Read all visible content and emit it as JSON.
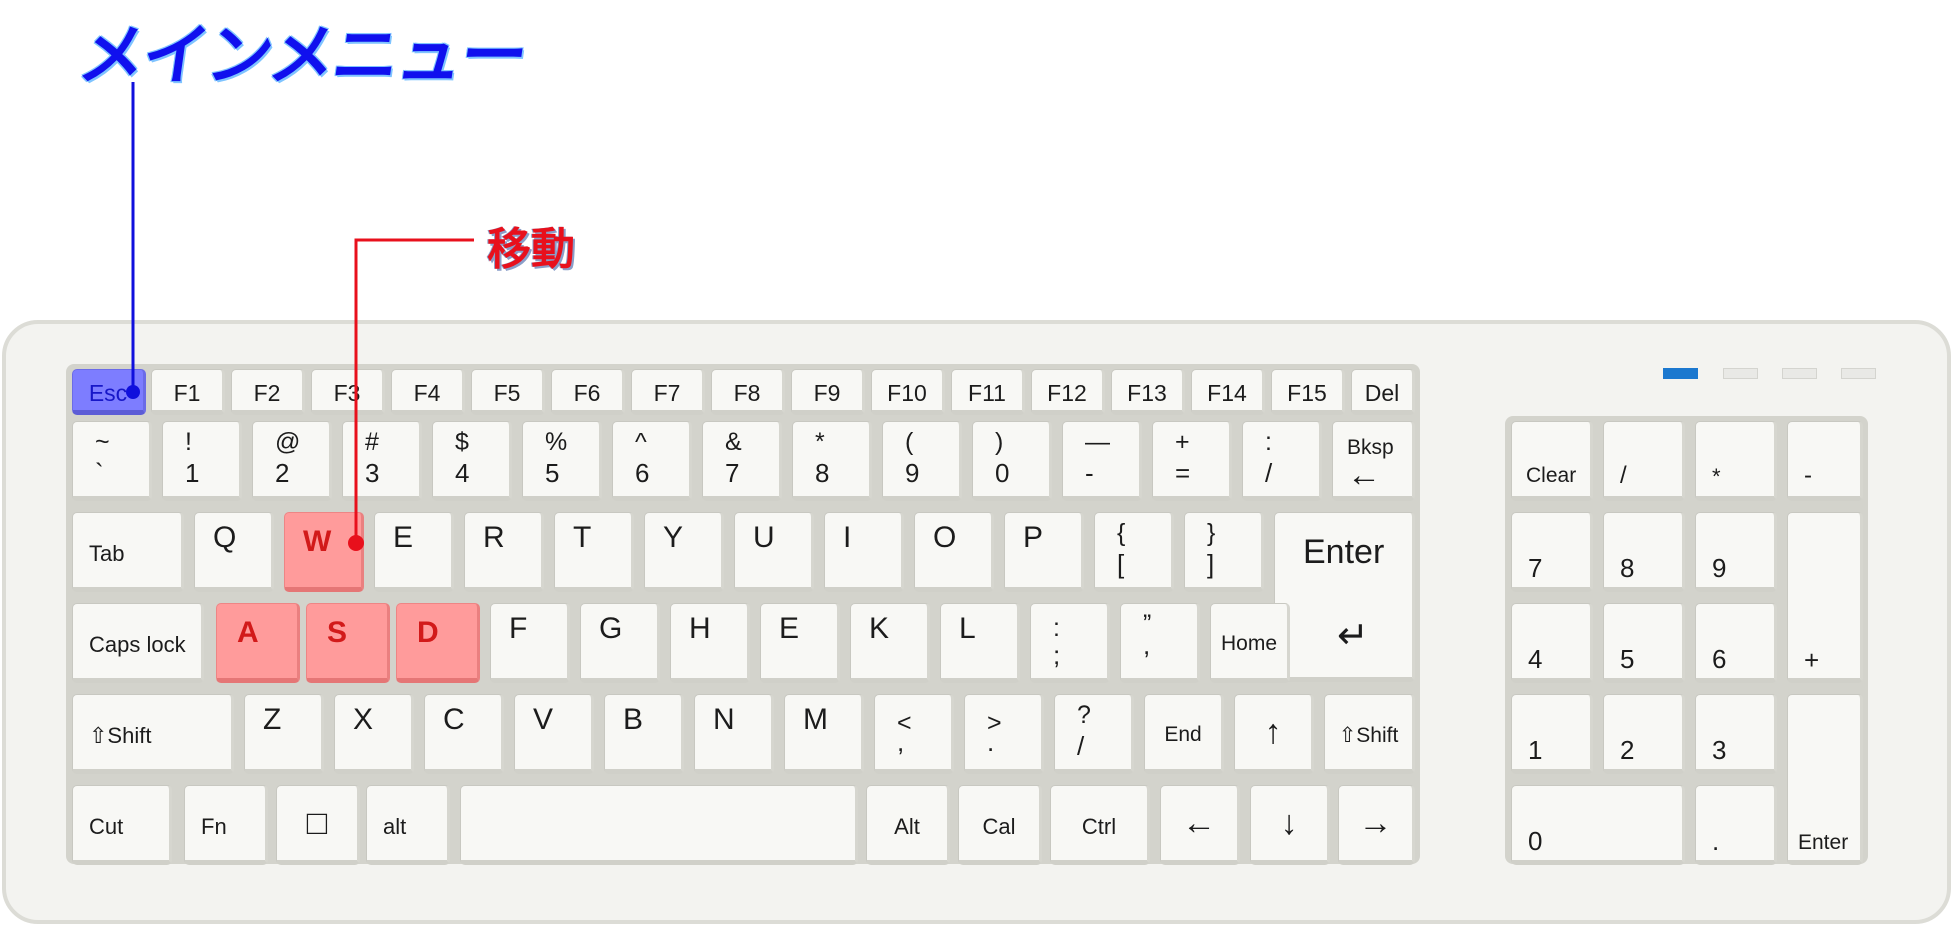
{
  "callouts": {
    "main_menu": "メインメニュー",
    "move": "移動"
  },
  "colors": {
    "main_menu_accent": "#1010ee",
    "move_accent": "#e8101c",
    "esc_highlight": "#7d7dff",
    "wasd_highlight": "#ff9b9b",
    "indicator_on": "#1b78cf"
  },
  "indicators": {
    "states": [
      true,
      false,
      false,
      false
    ]
  },
  "keyboard": {
    "function_row": [
      "Esc",
      "F1",
      "F2",
      "F3",
      "F4",
      "F5",
      "F6",
      "F7",
      "F8",
      "F9",
      "F10",
      "F11",
      "F12",
      "F13",
      "F14",
      "F15",
      "Del"
    ],
    "number_row": [
      {
        "top": "~",
        "bottom": "`"
      },
      {
        "top": "!",
        "bottom": "1"
      },
      {
        "top": "@",
        "bottom": "2"
      },
      {
        "top": "#",
        "bottom": "3"
      },
      {
        "top": "$",
        "bottom": "4"
      },
      {
        "top": "%",
        "bottom": "5"
      },
      {
        "top": "^",
        "bottom": "6"
      },
      {
        "top": "&",
        "bottom": "7"
      },
      {
        "top": "*",
        "bottom": "8"
      },
      {
        "top": "(",
        "bottom": "9"
      },
      {
        "top": ")",
        "bottom": "0"
      },
      {
        "top": "—",
        "bottom": "-"
      },
      {
        "top": "+",
        "bottom": "="
      },
      {
        "top": ":",
        "bottom": "/"
      }
    ],
    "backspace": {
      "label": "Bksp",
      "arrow": "←"
    },
    "tab": "Tab",
    "qwerty_row": [
      "Q",
      "W",
      "E",
      "R",
      "T",
      "Y",
      "U",
      "I",
      "O",
      "P"
    ],
    "brackets": [
      {
        "top": "{",
        "bottom": "["
      },
      {
        "top": "}",
        "bottom": "]"
      }
    ],
    "enter": {
      "label": "Enter",
      "arrow": "↵"
    },
    "caps_lock": "Caps lock",
    "home_row": [
      "A",
      "S",
      "D",
      "F",
      "G",
      "H",
      "E",
      "K",
      "L"
    ],
    "home_row_punct": [
      {
        "top": ":",
        "bottom": ";"
      },
      {
        "top": "”",
        "bottom": ","
      }
    ],
    "home": "Home",
    "shift": "⇧Shift",
    "bottom_letters": [
      "Z",
      "X",
      "C",
      "V",
      "B",
      "N",
      "M"
    ],
    "bottom_punct": [
      {
        "top": "<",
        "bottom": ","
      },
      {
        "top": ">",
        "bottom": "."
      },
      {
        "top": "?",
        "bottom": "/"
      }
    ],
    "end": "End",
    "arrows": {
      "up": "↑",
      "down": "↓",
      "left": "←",
      "right": "→"
    },
    "modifiers": {
      "cut": "Cut",
      "fn": "Fn",
      "square": "□",
      "alt_left": "alt",
      "alt_right": "Alt",
      "cal": "Cal",
      "ctrl": "Ctrl"
    }
  },
  "numpad": {
    "rows": [
      [
        "Clear",
        "/",
        "*",
        "-"
      ],
      [
        "7",
        "8",
        "9"
      ],
      [
        "4",
        "5",
        "6"
      ],
      [
        "1",
        "2",
        "3"
      ]
    ],
    "plus": "+",
    "zero": "0",
    "dot": ".",
    "enter": "Enter"
  }
}
